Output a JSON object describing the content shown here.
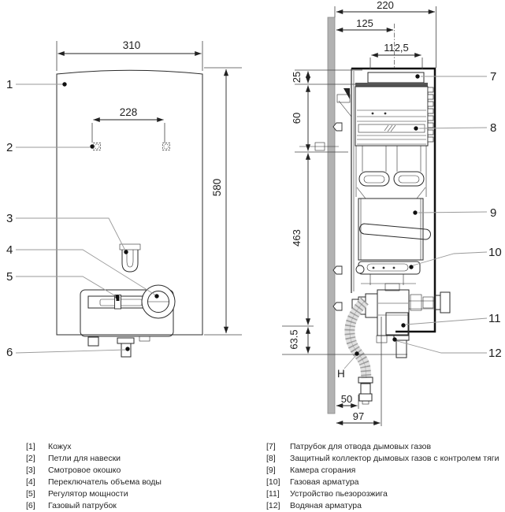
{
  "diagram": {
    "front": {
      "dims": {
        "width": "310",
        "hole_spacing": "228",
        "height": "580"
      },
      "callouts": [
        "1",
        "2",
        "3",
        "4",
        "5",
        "6"
      ]
    },
    "side": {
      "dims": {
        "depth": "220",
        "flue_center": "125",
        "flue_width": "112,5",
        "top_clearance": "25",
        "hood_height": "60",
        "body_height": "463",
        "gas_drop": "63.5",
        "hose_label": "H",
        "hose_offset": "50",
        "gas_conn_offset": "97"
      },
      "callouts": [
        "7",
        "8",
        "9",
        "10",
        "11",
        "12"
      ]
    },
    "colors": {
      "line": "#2b2b2b",
      "wall": "#b2b2b2",
      "text": "#1d1d1d"
    }
  },
  "legend": {
    "left": [
      {
        "num": "[1]",
        "label": "Кожух"
      },
      {
        "num": "[2]",
        "label": "Петли для навески"
      },
      {
        "num": "[3]",
        "label": "Смотровое окошко"
      },
      {
        "num": "[4]",
        "label": "Переключатель объема воды"
      },
      {
        "num": "[5]",
        "label": "Регулятор мощности"
      },
      {
        "num": "[6]",
        "label": "Газовый патрубок"
      }
    ],
    "right": [
      {
        "num": "[7]",
        "label": "Патрубок для отвода дымовых газов"
      },
      {
        "num": "[8]",
        "label": "Защитный коллектор дымовых газов с контролем тяги"
      },
      {
        "num": "[9]",
        "label": "Камера сгорания"
      },
      {
        "num": "[10]",
        "label": "Газовая арматура"
      },
      {
        "num": "[11]",
        "label": "Устройство пьезорозжига"
      },
      {
        "num": "[12]",
        "label": "Водяная арматура"
      }
    ]
  }
}
